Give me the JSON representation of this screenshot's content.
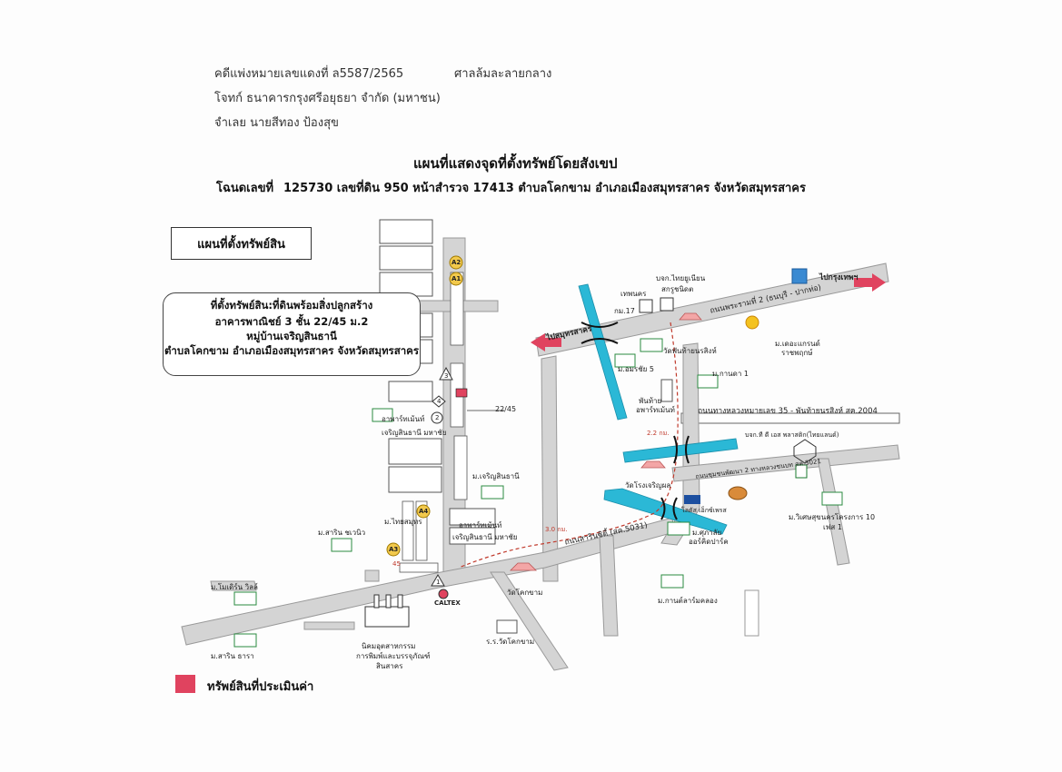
{
  "header": {
    "case_number": "คดีแพ่งหมายเลขแดงที่ ล5587/2565",
    "court": "ศาลล้มละลายกลาง",
    "plaintiff": "โจทก์  ธนาคารกรุงศรีอยุธยา จำกัด (มหาชน)",
    "defendant": "จำเลย นายสีทอง ป้องสุข"
  },
  "title": {
    "main": "แผนที่แสดงจุดที่ตั้งทรัพย์โดยสังเขป",
    "deed_label": "โฉนดเลขที่",
    "deed_details": "125730 เลขที่ดิน 950 หน้าสำรวจ 17413 ตำบลโคกขาม อำเภอเมืองสมุทรสาคร จังหวัดสมุทรสาคร"
  },
  "map": {
    "box_title": "แผนที่ตั้งทรัพย์สิน",
    "location_box": [
      "ที่ตั้งทรัพย์สิน:ที่ดินพร้อมสิ่งปลูกสร้าง",
      "อาคารพาณิชย์ 3 ชั้น 22/45  ม.2",
      "หมู่บ้านเจริญสินธานี",
      "ตำบลโคกขาม อำเภอเมืองสมุทรสาคร จังหวัดสมุทรสาคร"
    ],
    "roads": {
      "rama2": "ถนนพระรามที่ 2 (ธนบุรี - ปากท่อ)",
      "hwy35": "ถนนทางหลวงหมายเลข 35 - พันท้ายนรสิงห์ สค.2004",
      "sarinsiri": "ถนนสารินซิตี้ (สค.5031)",
      "local5021": "ถนนชุมชนพัฒนา 2 ทางหลวงชนบท สค.5021",
      "to_bangkok": "ไปกรุงเทพฯ",
      "to_samutsakhon": "ไปสมุทรสาคร"
    },
    "distances": {
      "d1": "2.2 กม.",
      "d2": "3.0 กม."
    },
    "labels": {
      "km17": "กม.17",
      "tesco": "เทพนคร",
      "thai_yuenian": "บจก.ไทยยูเนียน",
      "thai_yuenian2": "สกรูชนิดต",
      "wat_phanthai": "วัดพันท้ายนรสิงห์",
      "m_lexcellence": "ม.เดอะแกรนด์",
      "m_lexcellence2": "ราชพฤกษ์",
      "m_amornchai": "ม.อมรชัย 5",
      "m_kanda": "ม.กานดา 1",
      "phanthai_market": "พันท้าย",
      "phanthai_market2": "อพาร์ทเม้นท์",
      "company_pt": "บจก.ที ดี เอส พลาสติก(ไทยแลนด์)",
      "wat_charoen": "วัดโรงเจริญผล",
      "lotus": "โลตัส เอ็กซ์เพรส",
      "m_supalai": "ม.ศุภาลัย",
      "m_supalai2": "ออร์คิดปาร์ค",
      "m_wiset": "ม.วิเศษสุขนครโครงการ 10",
      "m_wiset2": "เฟส 1",
      "m_kanlarom": "ม.กานต์ลาร์มคลอง",
      "wat_khokkham": "วัดโคกขาม",
      "school": "ร.ร.วัดโคกขาม",
      "industrial": "นิคมอุตสาหกรรม",
      "industrial2": "การพิมพ์และบรรจุภัณฑ์",
      "industrial3": "สินสาคร",
      "m_charoensin": "ม.เจริญสินธานี",
      "apartment1": "อาพาร์ทเม้นท์",
      "apartment1b": "เจริญสินธานี มหาชัย",
      "apartment2": "อาพาร์ทเม้นท์",
      "apartment2b": "เจริญสินธานี มหาชัย",
      "m_thaiaroon": "ม.ไทยสมุทร",
      "m_sarin_chanvi": "ม.สาริน ชเวนิว",
      "m_modern": "ม.โมเดิร์น วิลล์",
      "m_sarin_thara": "ม.สาริน ธารา",
      "house_no": "22/45",
      "caltex": "CALTEX",
      "no45": "45"
    },
    "markers": [
      "A1",
      "A2",
      "A3",
      "A4"
    ],
    "numbered": [
      "1",
      "2",
      "3",
      "4"
    ]
  },
  "legend": {
    "label": "ทรัพย์สินที่ประเมินค่า",
    "color": "#e0435f"
  },
  "colors": {
    "road": "#d4d4d4",
    "canal": "#2bb8d6",
    "highlight": "#e0435f",
    "route": "#c0392b"
  }
}
